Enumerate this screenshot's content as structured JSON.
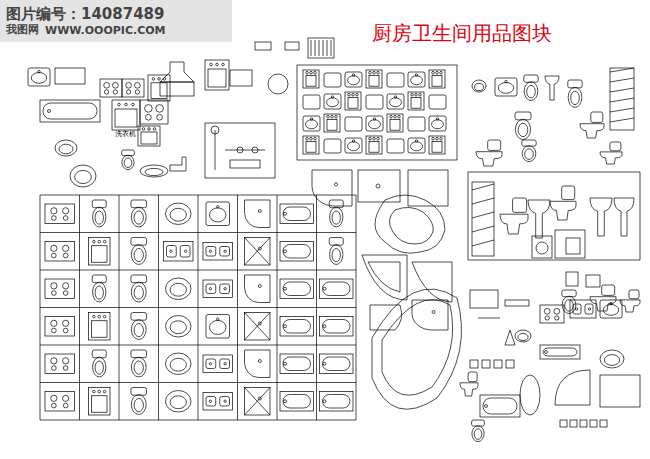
{
  "diagram": {
    "title": "厨房卫生间用品图块",
    "labels": [
      "图片编号：14087489",
      "我图网",
      "WWW.OOOPIC.COM",
      "洗衣机"
    ]
  }
}
